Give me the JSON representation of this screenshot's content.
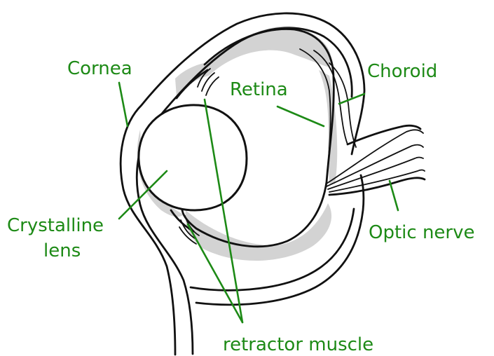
{
  "diagram": {
    "labels": {
      "cornea": "Cornea",
      "choroid": "Choroid",
      "retina": "Retina",
      "crystalline_line1": "Crystalline",
      "crystalline_line2": "lens",
      "optic_nerve": "Optic nerve",
      "retractor_muscle": "retractor muscle"
    },
    "colors": {
      "label_green": "#1d8a16",
      "ink": "#111111",
      "shade": "#d3d3d3"
    }
  }
}
